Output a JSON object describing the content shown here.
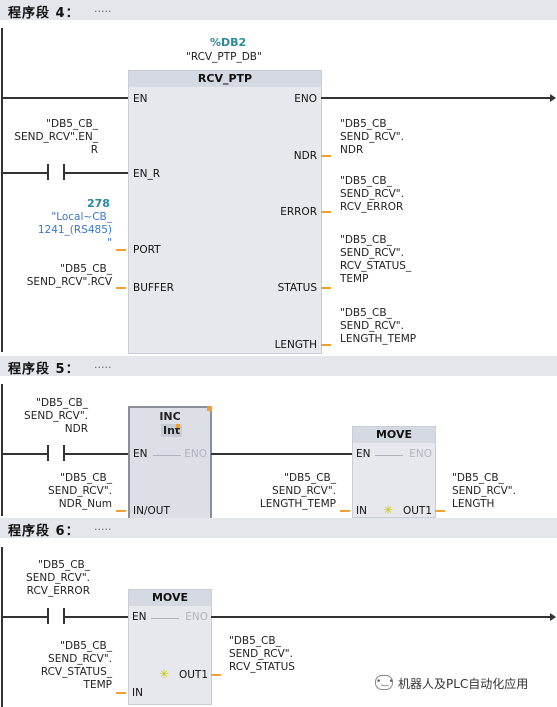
{
  "segments": [
    {
      "title": "程序段 4：",
      "dots": "....."
    },
    {
      "title": "程序段 5：",
      "dots": "....."
    },
    {
      "title": "程序段 6：",
      "dots": "....."
    }
  ],
  "seg4": {
    "db_name": "%DB2",
    "db_instance": "\"RCV_PTP_DB\"",
    "block_name": "RCV_PTP",
    "pins_left": [
      "EN",
      "EN_R",
      "PORT",
      "BUFFER"
    ],
    "pins_right": [
      "ENO",
      "NDR",
      "ERROR",
      "STATUS",
      "LENGTH"
    ],
    "en_r_operand": "\"DB5_CB_\nSEND_RCV\".EN_\nR",
    "port_value": "278",
    "port_operand": "\"Local~CB_\n1241_(RS485)\n\"",
    "buffer_operand": "\"DB5_CB_\nSEND_RCV\".RCV",
    "ndr_operand": "\"DB5_CB_\nSEND_RCV\".\nNDR",
    "error_operand": "\"DB5_CB_\nSEND_RCV\".\nRCV_ERROR",
    "status_operand": "\"DB5_CB_\nSEND_RCV\".\nRCV_STATUS_\nTEMP",
    "length_operand": "\"DB5_CB_\nSEND_RCV\".\nLENGTH_TEMP"
  },
  "seg5": {
    "contact_operand": "\"DB5_CB_\nSEND_RCV\".\nNDR",
    "inc_title": "INC",
    "inc_type": "Int",
    "inc_en": "EN",
    "inc_eno": "ENO",
    "inc_inout": "IN/OUT",
    "inc_operand": "\"DB5_CB_\nSEND_RCV\".\nNDR_Num",
    "move_title": "MOVE",
    "move_en": "EN",
    "move_eno": "ENO",
    "move_in": "IN",
    "move_out": "OUT1",
    "move_in_operand": "\"DB5_CB_\nSEND_RCV\".\nLENGTH_TEMP",
    "move_out_operand": "\"DB5_CB_\nSEND_RCV\".\nLENGTH"
  },
  "seg6": {
    "contact_operand": "\"DB5_CB_\nSEND_RCV\".\nRCV_ERROR",
    "move_title": "MOVE",
    "move_en": "EN",
    "move_eno": "ENO",
    "move_in": "IN",
    "move_out": "OUT1",
    "move_in_operand": "\"DB5_CB_\nSEND_RCV\".\nRCV_STATUS_\nTEMP",
    "move_out_operand": "\"DB5_CB_\nSEND_RCV\".\nRCV_STATUS"
  },
  "watermark": {
    "text": "机器人及PLC自动化应用",
    "icon": "wechat-icon"
  }
}
